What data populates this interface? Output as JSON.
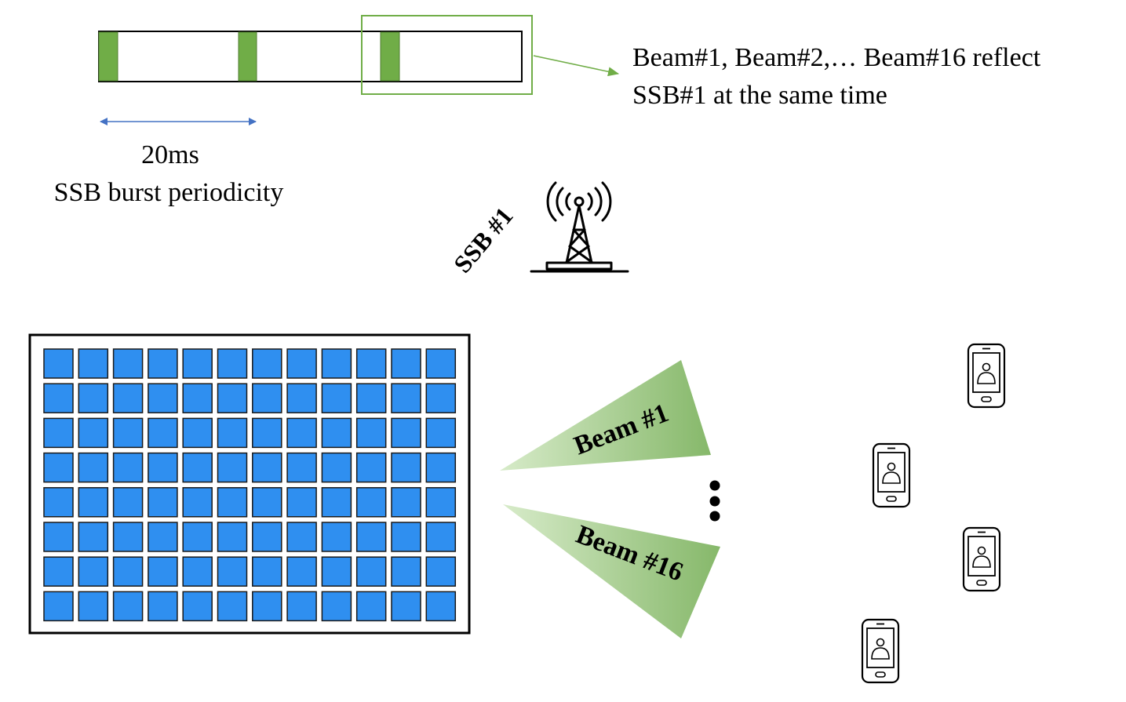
{
  "timeline": {
    "period_label": "20ms",
    "periodicity_label": "SSB burst periodicity"
  },
  "callout": {
    "line1": "Beam#1, Beam#2,… Beam#16 reflect",
    "line2": "SSB#1 at the same time"
  },
  "tower": {
    "label": "SSB #1"
  },
  "ris_panel": {
    "rows": 8,
    "cols": 12
  },
  "beams": [
    {
      "label": "Beam #1"
    },
    {
      "label": "Beam #16"
    }
  ],
  "colors": {
    "ssb_block": "#70AD47",
    "callout_line": "#70AD47",
    "ris_element": "#2F8FF0",
    "beam_fill_dark": "#86B86A",
    "beam_fill_light": "#D7EBC9",
    "period_arrow": "#4472C4"
  }
}
